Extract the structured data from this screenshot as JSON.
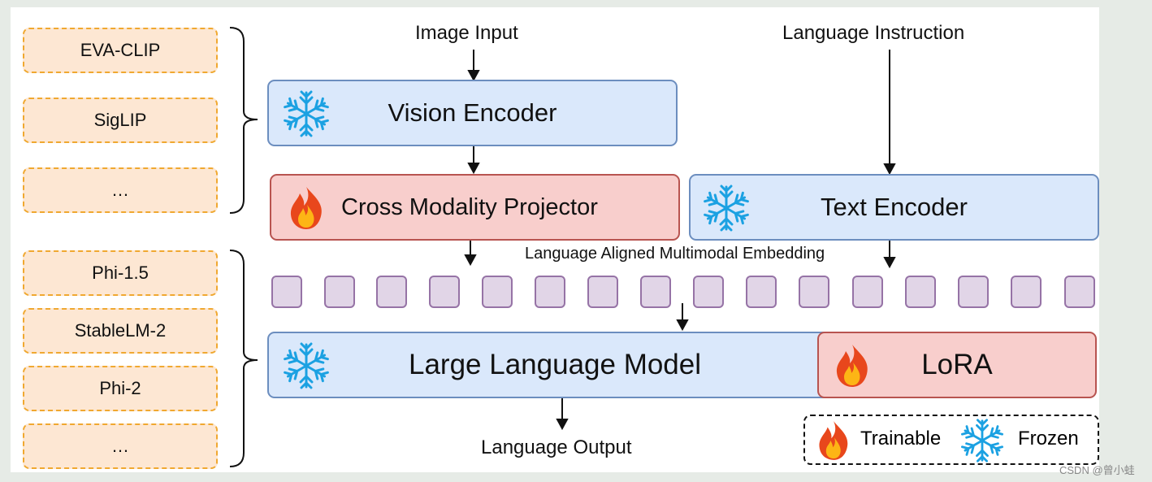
{
  "vision_options": [
    "EVA-CLIP",
    "SigLIP",
    "…"
  ],
  "language_options": [
    "Phi-1.5",
    "StableLM-2",
    "Phi-2",
    "…"
  ],
  "inputs": {
    "image": "Image Input",
    "language": "Language Instruction"
  },
  "blocks": {
    "vision_encoder": "Vision Encoder",
    "projector": "Cross Modality Projector",
    "text_encoder": "Text Encoder",
    "embedding": "Language Aligned Multimodal Embedding",
    "llm": "Large Language Model",
    "lora": "LoRA"
  },
  "output": "Language Output",
  "legend": {
    "trainable": "Trainable",
    "frozen": "Frozen"
  },
  "watermark": "CSDN @曾小蛙",
  "colors": {
    "frozen_fill": "#dae8fb",
    "frozen_border": "#6c8ebf",
    "trainable_fill": "#f8cecc",
    "trainable_border": "#b85450",
    "option_fill": "#fde7d3",
    "option_border": "#f0a830",
    "token_fill": "#e1d5e7",
    "token_border": "#9673a6",
    "snowflake": "#1ba1e2",
    "flame": "#e8471c"
  },
  "icons": {
    "frozen": "snowflake-icon",
    "trainable": "flame-icon"
  }
}
